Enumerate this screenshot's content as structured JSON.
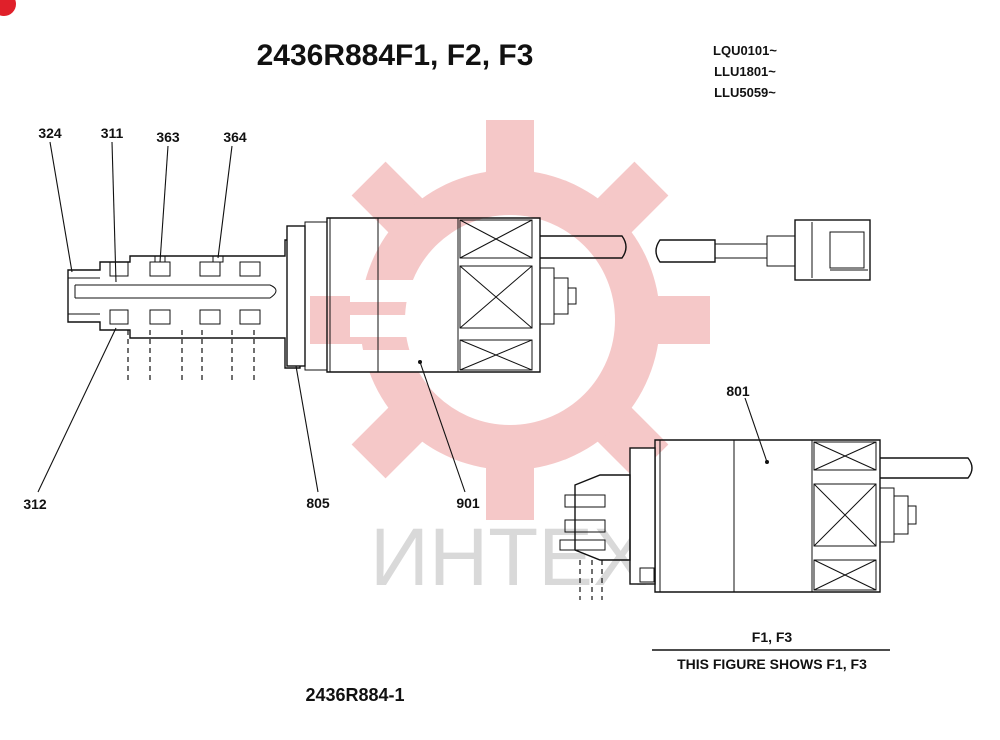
{
  "title": "2436R884F1, F2, F3",
  "serials": [
    "LQU0101~",
    "LLU1801~",
    "LLU5059~"
  ],
  "part_labels": {
    "p324": "324",
    "p311": "311",
    "p363": "363",
    "p364": "364",
    "p312": "312",
    "p805": "805",
    "p901": "901",
    "p801": "801"
  },
  "variant_label": "F1, F3",
  "figure_note": "THIS FIGURE SHOWS  F1, F3",
  "drawing_number": "2436R884-1",
  "watermark_text": "ИНТЕХ",
  "colors": {
    "watermark": "#f2b6b6",
    "watermark_text": "#d9d9d9",
    "badge": "#e0202a",
    "ink": "#111111"
  }
}
